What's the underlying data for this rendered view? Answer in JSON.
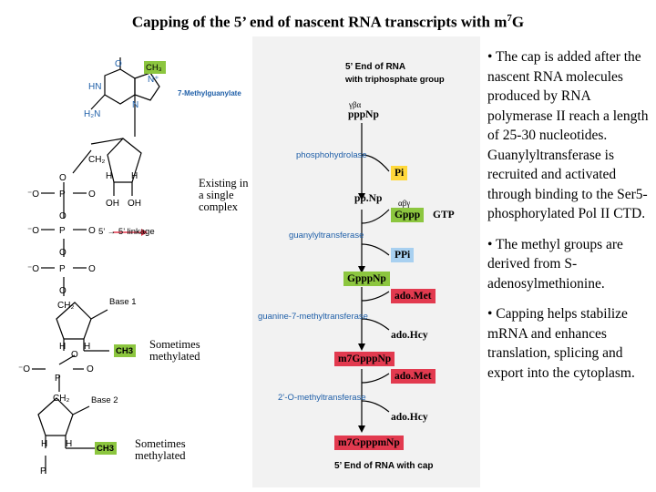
{
  "title": {
    "text": "Capping of the 5’ end of nascent RNA transcripts with m",
    "sup": "7",
    "end": "G"
  },
  "bullets": [
    "• The cap is added after the nascent RNA molecules produced by RNA polymerase II reach a length of 25-30 nucleotides. Guanylyltransferase is recruited and activated through binding to the Ser5-phosphorylated Pol II CTD.",
    "• The methyl groups are derived from S-adenosylmethionine.",
    "• Capping helps stabilize mRNA and enhances translation, splicing and export into the cytoplasm."
  ],
  "notes": {
    "complex": "Existing in a single complex",
    "methylated1": "Sometimes methylated",
    "methylated2": "Sometimes methylated"
  },
  "structure": {
    "methylguanylate": "7-Methylguanylate",
    "linkage": "5’ → 5’ linkage",
    "base1": "Base 1",
    "base2": "Base 2",
    "ch3": "CH3"
  },
  "pathway": {
    "start_title": "5’ End of RNA",
    "start_subtitle": "with triphosphate group",
    "greek1": "γβα",
    "pppNp": "pppNp",
    "ppNp": "pp.Np",
    "gppp": "Gppp",
    "greek2": "αβγ",
    "gtp": "GTP",
    "pi": "Pi",
    "ppi": "PPi",
    "gpppNp": "GpppNp",
    "adomet": "ado.Met",
    "adohcy": "ado.Hcy",
    "m7GpppNp": "m7GpppNp",
    "m7Gpppm": "m7GpppmNp",
    "end": "5’ End of RNA with cap",
    "enzymes": {
      "phosphohydrolase": "phosphohydrolase",
      "guanylyltransferase": "guanylyltransferase",
      "g7mt": "guanine-7-methyltransferase",
      "omt": "2’-O-methyltransferase"
    }
  }
}
